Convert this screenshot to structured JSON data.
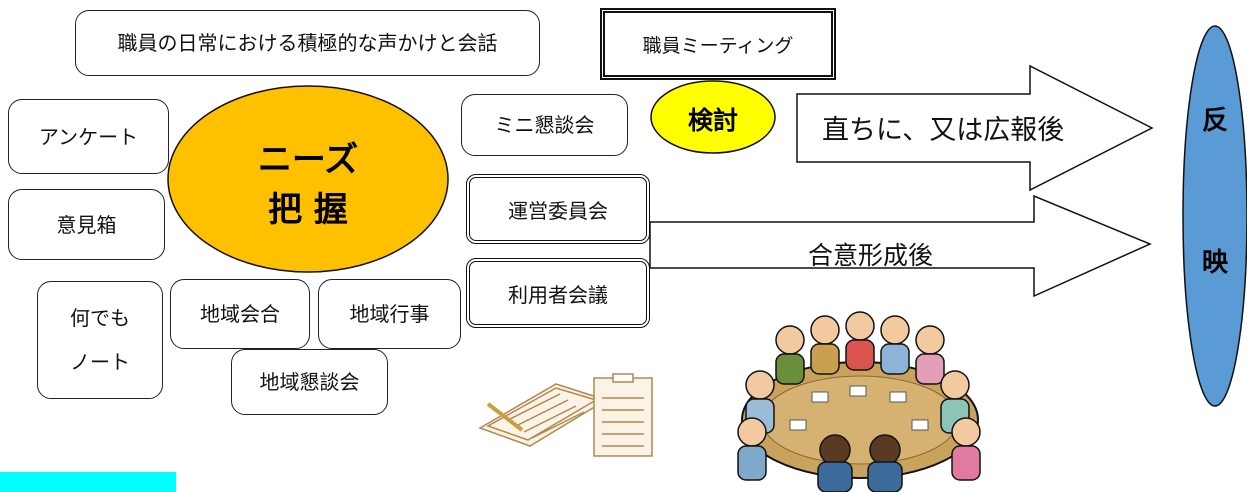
{
  "boxes": {
    "daily_talk": "職員の日常における積極的な声かけと会話",
    "questionnaire": "アンケート",
    "opinion_box": "意見箱",
    "notebook_line1": "何でも",
    "notebook_line2": "ノート",
    "community_meeting": "地域会合",
    "community_event": "地域行事",
    "community_talk": "地域懇談会",
    "mini_talk": "ミニ懇談会",
    "staff_meeting": "職員ミーティング",
    "management_committee": "運営委員会",
    "user_meeting": "利用者会議"
  },
  "needs": {
    "line1": "ニーズ",
    "line2": "把 握"
  },
  "review": "検討",
  "arrows": {
    "upper": "直ちに、又は広報後",
    "lower": "合意形成後"
  },
  "reflect": {
    "char1": "反",
    "char2": "映"
  },
  "colors": {
    "needs_fill": "#FFC000",
    "review_fill": "#FFFF00",
    "reflect_fill": "#5B9BD5",
    "corner_fill": "#00FFFF"
  }
}
